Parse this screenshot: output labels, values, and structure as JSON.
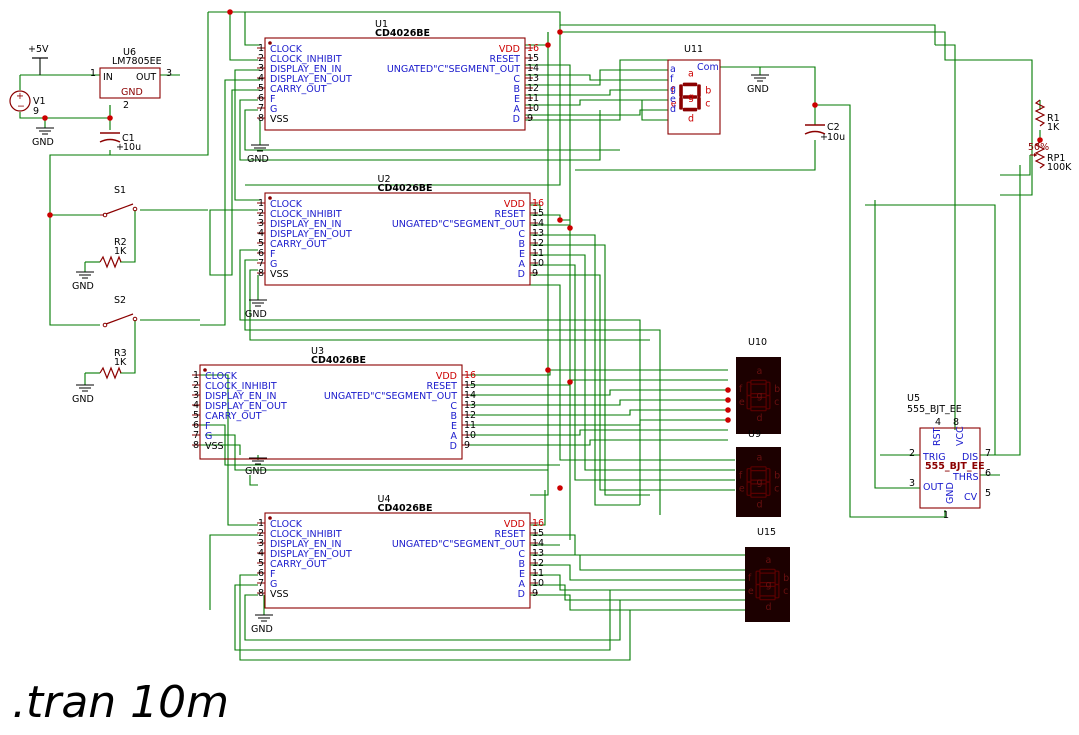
{
  "power": {
    "rail_label": "+5V",
    "gnd_label": "GND"
  },
  "v1": {
    "ref": "V1",
    "value": "9"
  },
  "u6": {
    "ref": "U6",
    "part": "LM7805EE",
    "pin_in": "IN",
    "pin_out": "OUT",
    "pin_gnd": "GND",
    "n1": "1",
    "n2": "2",
    "n3": "3"
  },
  "c1": {
    "ref": "C1",
    "value": "10u"
  },
  "c2": {
    "ref": "C2",
    "value": "10u"
  },
  "s1": {
    "ref": "S1"
  },
  "s2": {
    "ref": "S2"
  },
  "r1": {
    "ref": "R1",
    "value": "1K"
  },
  "r2": {
    "ref": "R2",
    "value": "1K"
  },
  "r3": {
    "ref": "R3",
    "value": "1K"
  },
  "rp1": {
    "ref": "RP1",
    "value": "100K",
    "tick": "50%"
  },
  "counter": {
    "part": "CD4026BE",
    "left_pins": [
      "CLOCK",
      "CLOCK_INHIBIT",
      "DISPLAY_EN_IN",
      "DISPLAY_EN_OUT",
      "CARRY_OUT",
      "F",
      "G",
      "VSS"
    ],
    "left_nums": [
      "1",
      "2",
      "3",
      "4",
      "5",
      "6",
      "7",
      "8"
    ],
    "right_pins": [
      "VDD",
      "RESET",
      "UNGATED\"C\"SEGMENT_OUT",
      "C",
      "B",
      "E",
      "A",
      "D"
    ],
    "right_nums": [
      "16",
      "15",
      "14",
      "13",
      "12",
      "11",
      "10",
      "9"
    ],
    "refs": [
      "U1",
      "U2",
      "U3",
      "U4"
    ]
  },
  "displays": {
    "u11": "U11",
    "u10": "U10",
    "u9": "U9",
    "u15": "U15",
    "com": "Com"
  },
  "seg_letters": [
    "a",
    "b",
    "c",
    "d",
    "e",
    "f",
    "g"
  ],
  "u5": {
    "ref": "U5",
    "part": "555_BJT_EE",
    "inner": "555_BJT_EE",
    "rst": "RST",
    "vcc": "VCC",
    "trig": "TRIG",
    "dis": "DIS",
    "out": "OUT",
    "thrs": "THRS",
    "gnd": "GND",
    "cv": "CV",
    "n_rst": "4",
    "n_vcc": "8",
    "n_trig": "2",
    "n_dis": "7",
    "n_out": "3",
    "n_thrs": "6",
    "n_gnd": "1",
    "n_cv": "5"
  },
  "directive": ".tran 10m",
  "colors": {
    "wire": "#007a00",
    "part": "#8b0000",
    "pin_text": "#1a1acc",
    "power_pin_text": "#cc0000"
  }
}
